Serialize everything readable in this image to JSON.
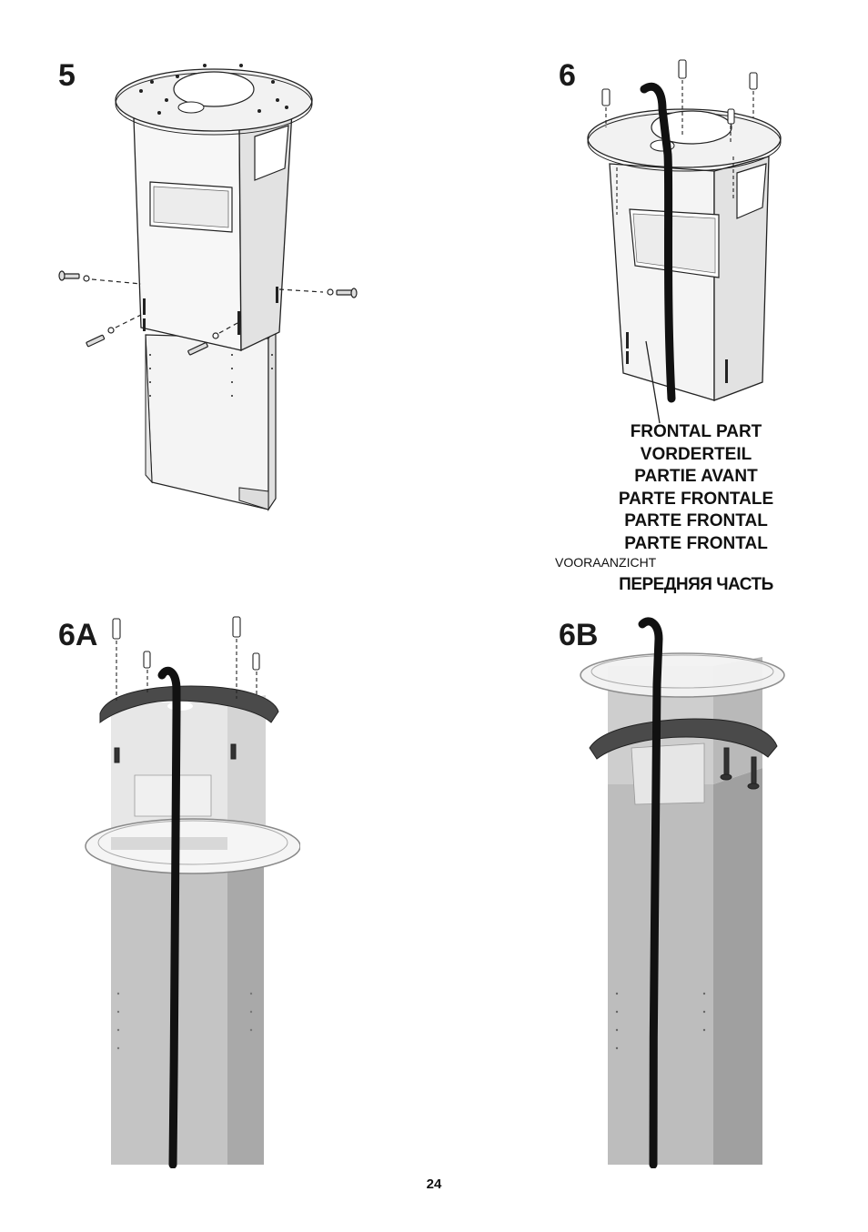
{
  "page": {
    "number": "24"
  },
  "steps": {
    "s5": "5",
    "s6": "6",
    "s6a": "6A",
    "s6b": "6B"
  },
  "frontal_labels": [
    "FRONTAL PART",
    "VORDERTEIL",
    "PARTIE AVANT",
    "PARTE FRONTALE",
    "PARTE FRONTAL",
    "PARTE FRONTAL",
    "VOORAANZICHT",
    "ПЕРЕДНЯЯ ЧАСТЬ"
  ]
}
